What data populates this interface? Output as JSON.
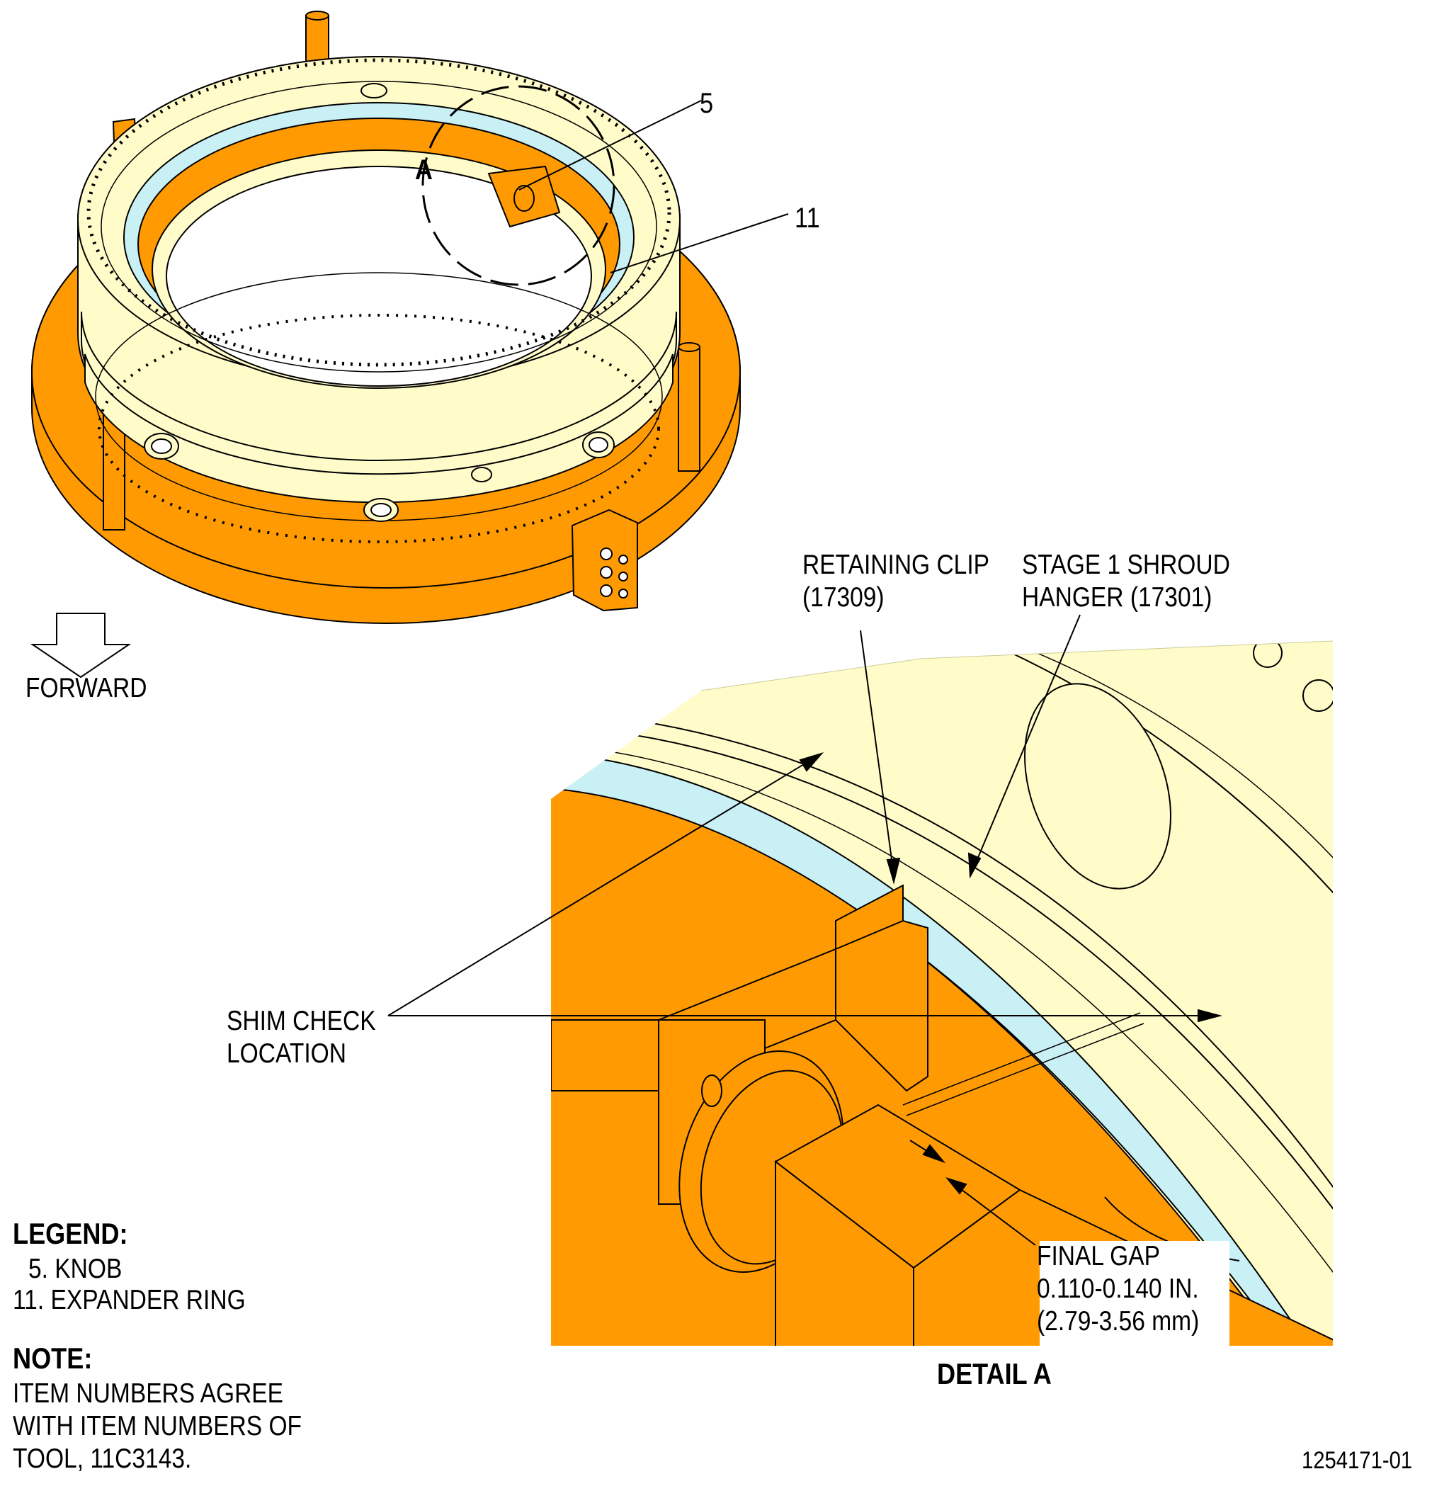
{
  "callouts": {
    "item_5": "5",
    "item_11": "11",
    "detail_marker": "A"
  },
  "direction": {
    "label": "FORWARD"
  },
  "detail": {
    "retaining_clip": [
      "RETAINING CLIP",
      "(17309)"
    ],
    "stage1_shroud_hanger": [
      "STAGE 1 SHROUD",
      "HANGER (17301)"
    ],
    "shim_check": [
      "SHIM CHECK",
      "LOCATION"
    ],
    "final_gap": [
      "FINAL GAP",
      "0.110-0.140 IN.",
      "(2.79-3.56 mm)"
    ],
    "title": "DETAIL A"
  },
  "legend": {
    "heading": "LEGEND:",
    "items": [
      "5. KNOB",
      "11. EXPANDER RING"
    ]
  },
  "note": {
    "heading": "NOTE:",
    "lines": [
      "ITEM NUMBERS AGREE",
      "WITH ITEM NUMBERS OF",
      "TOOL, 11C3143."
    ]
  },
  "figure_id": "1254171-01",
  "colors": {
    "fixture_orange": "#ff9a02",
    "hanger_cream": "#fffcc9",
    "ring_blue": "#c8f0f5",
    "line": "#000000"
  }
}
